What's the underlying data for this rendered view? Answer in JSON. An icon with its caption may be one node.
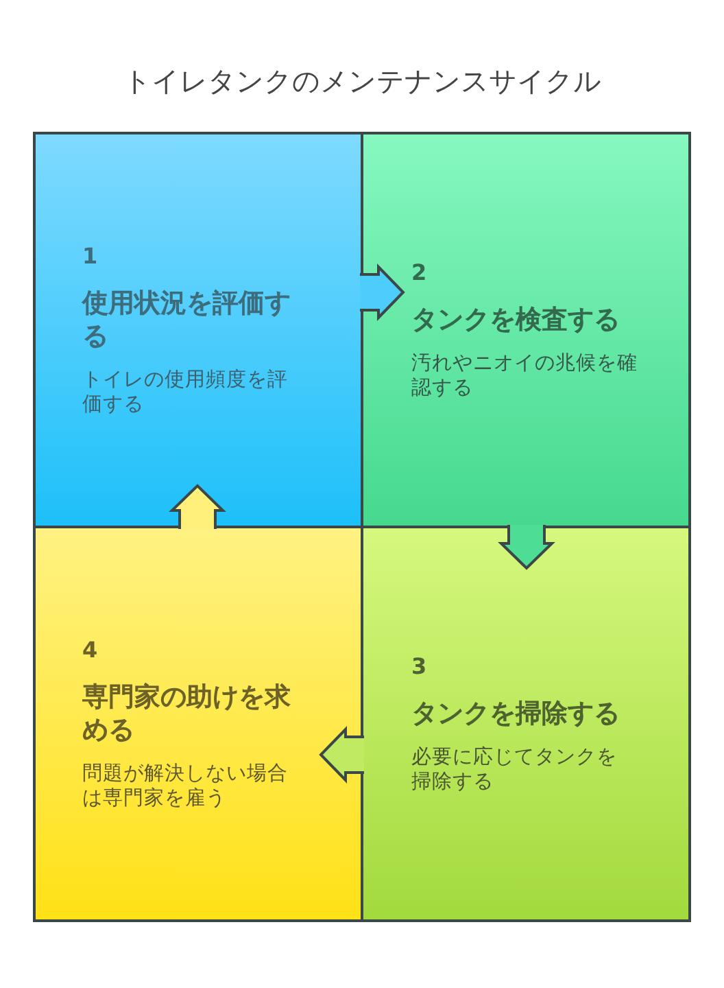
{
  "diagram": {
    "title": "トイレタンクのメンテナンスサイクル",
    "nodes": [
      {
        "text": [
          "1",
          "使用状況を評価する",
          "トイレの使用頻度を評価する"
        ]
      },
      {
        "text": [
          "2",
          "タンクを検査する",
          "汚れやニオイの兆候を確認する"
        ]
      },
      {
        "text": [
          "3",
          "タンクを掃除する",
          "必要に応じてタンクを掃除する"
        ]
      },
      {
        "text": [
          "4",
          "専門家の助けを求める",
          "問題が解決しない場合は専門家を雇う"
        ]
      }
    ],
    "edges": [
      {
        "from": 0,
        "to": 1,
        "arrow": "to"
      },
      {
        "from": 1,
        "to": 2,
        "arrow": "to"
      },
      {
        "from": 2,
        "to": 3,
        "arrow": "to"
      },
      {
        "from": 3,
        "to": 0,
        "arrow": "to"
      }
    ]
  }
}
